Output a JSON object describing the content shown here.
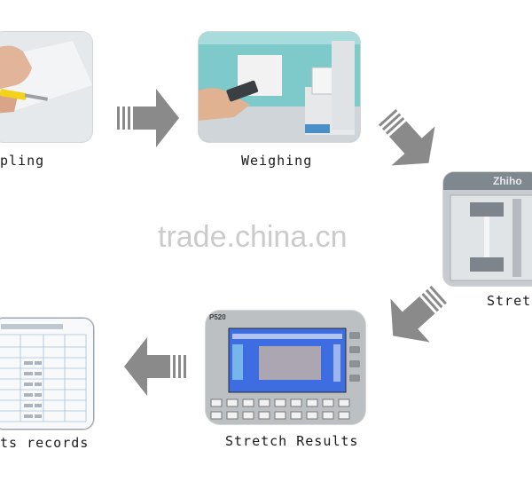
{
  "steps": {
    "sampling": {
      "caption": "pling"
    },
    "weighing": {
      "caption": "Weighing"
    },
    "stretch": {
      "caption": "Stret",
      "brand": "Zhiho"
    },
    "results": {
      "caption": "Stretch Results",
      "device_label": "P520"
    },
    "records": {
      "caption": "ts records"
    }
  },
  "watermark": "trade.china.cn",
  "colors": {
    "arrow": "#8a8a8a",
    "screen": "#3d6de0",
    "caption": "#1a1a1a"
  }
}
